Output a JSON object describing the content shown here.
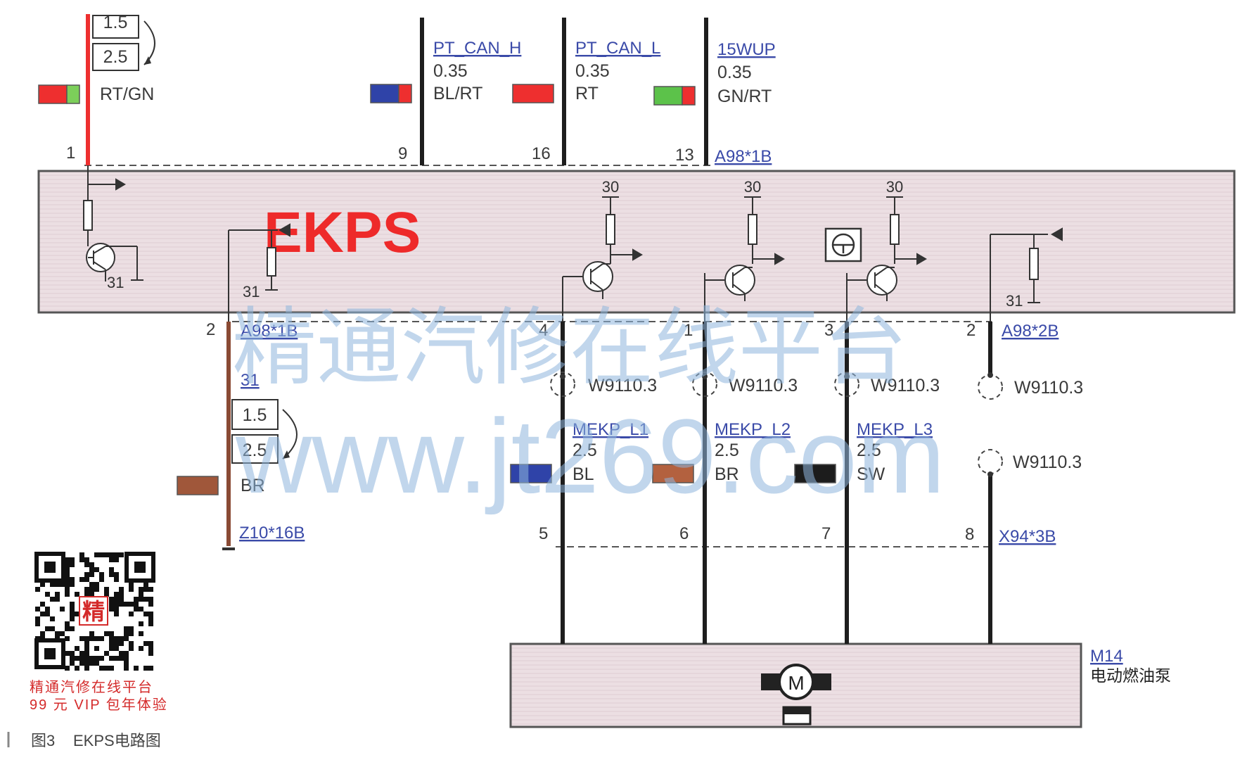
{
  "ecu": {
    "name": "EKPS",
    "connector_top": "A98*1B",
    "connector_left_bottom": "A98*1B",
    "connector_right_bottom": "A98*2B",
    "ground_labels": [
      "31",
      "31",
      "31"
    ],
    "supply_labels": [
      "30",
      "30",
      "30"
    ]
  },
  "top_wires": [
    {
      "pin": "1",
      "sizes": [
        "1.5",
        "2.5"
      ],
      "color_code": "RT/GN",
      "colors": [
        "#ee2f2f",
        "#7ccf5a"
      ]
    },
    {
      "pin": "9",
      "signal": "PT_CAN_H",
      "size": "0.35",
      "color_code": "BL/RT",
      "colors": [
        "#2f43a8",
        "#ee2f2f"
      ]
    },
    {
      "pin": "16",
      "signal": "PT_CAN_L",
      "size": "0.35",
      "color_code": "RT",
      "colors": [
        "#ee2f2f"
      ]
    },
    {
      "pin": "13",
      "signal": "15WUP",
      "size": "0.35",
      "color_code": "GN/RT",
      "colors": [
        "#5cc24a",
        "#ee2f2f"
      ]
    }
  ],
  "ground_wire": {
    "pin": "2",
    "signal": "31",
    "sizes": [
      "1.5",
      "2.5"
    ],
    "color_code": "BR",
    "color": "#a0573a",
    "ground_point": "Z10*16B"
  },
  "bottom_wires": [
    {
      "pin_top": "4",
      "pin_bottom": "5",
      "splice": "W9110.3",
      "signal": "MEKP_L1",
      "size": "2.5",
      "color_code": "BL",
      "color": "#2f43a8"
    },
    {
      "pin_top": "1",
      "pin_bottom": "6",
      "splice": "W9110.3",
      "signal": "MEKP_L2",
      "size": "2.5",
      "color_code": "BR",
      "color": "#b3613f"
    },
    {
      "pin_top": "3",
      "pin_bottom": "7",
      "splice": "W9110.3",
      "signal": "MEKP_L3",
      "size": "2.5",
      "color_code": "SW",
      "color": "#1c1c1c"
    },
    {
      "pin_top": "2",
      "pin_bottom": "8",
      "splices": [
        "W9110.3",
        "W9110.3"
      ]
    }
  ],
  "motor_connector": "X94*3B",
  "motor": {
    "id": "M14",
    "name": "电动燃油泵",
    "symbol": "M"
  },
  "watermark": {
    "line1": "精通汽修在线平台",
    "line2": "www.jt269.com"
  },
  "qr": {
    "badge": "精",
    "line1": "精通汽修在线平台",
    "line2": "99 元 VIP 包年体验"
  },
  "caption": {
    "fig": "图3",
    "text": "EKPS电路图"
  }
}
